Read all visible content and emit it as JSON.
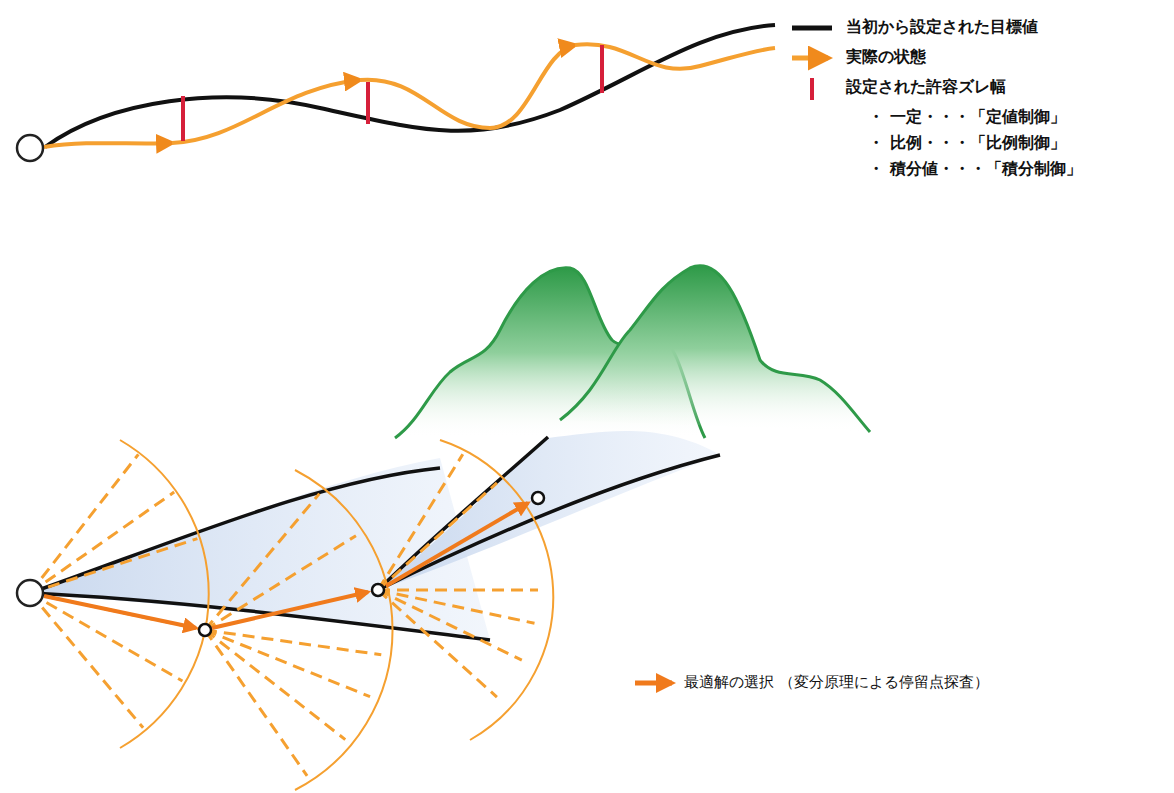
{
  "diagram": {
    "labels": [
      "・ 一定・・・「定値制御」",
      "・ 比例・・・「比例制御」",
      "・ 積分値・・・「積分制御」"
    ],
    "legend": [
      {
        "text": "当初から設定された目標値"
      },
      {
        "text": "実際の状態"
      },
      {
        "text": "設定された許容ズレ幅"
      },
      {
        "text": "最適解の選択 （変分原理による停留点探査）"
      }
    ]
  }
}
